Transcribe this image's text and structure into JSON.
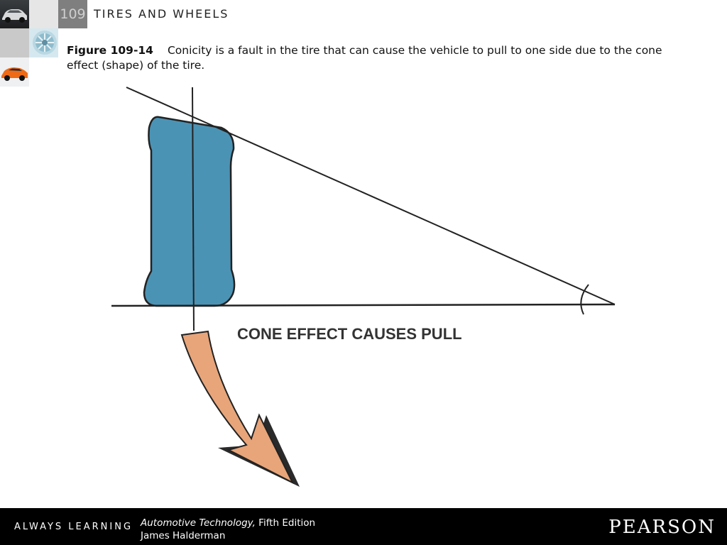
{
  "header": {
    "chapter_number": "109",
    "chapter_title": "TIRES AND WHEELS"
  },
  "caption": {
    "figure_label": "Figure 109-14",
    "text": "Conicity is a fault in the tire that can cause the vehicle to pull to one side due to the cone effect (shape) of the tire."
  },
  "figure": {
    "label": "CONE EFFECT CAUSES PULL",
    "colors": {
      "tire": "#4b93b5",
      "arrow": "#e8a57a",
      "arrow_shadow": "#2a2a2a",
      "line": "#222222"
    }
  },
  "footer": {
    "tagline": "ALWAYS LEARNING",
    "book_title": "Automotive Technology,",
    "edition": " Fifth Edition",
    "author": "James Halderman",
    "publisher": "PEARSON"
  },
  "icons": [
    "car-thumbnail-icon",
    "wheel-thumbnail-icon",
    "sports-car-thumbnail-icon"
  ]
}
